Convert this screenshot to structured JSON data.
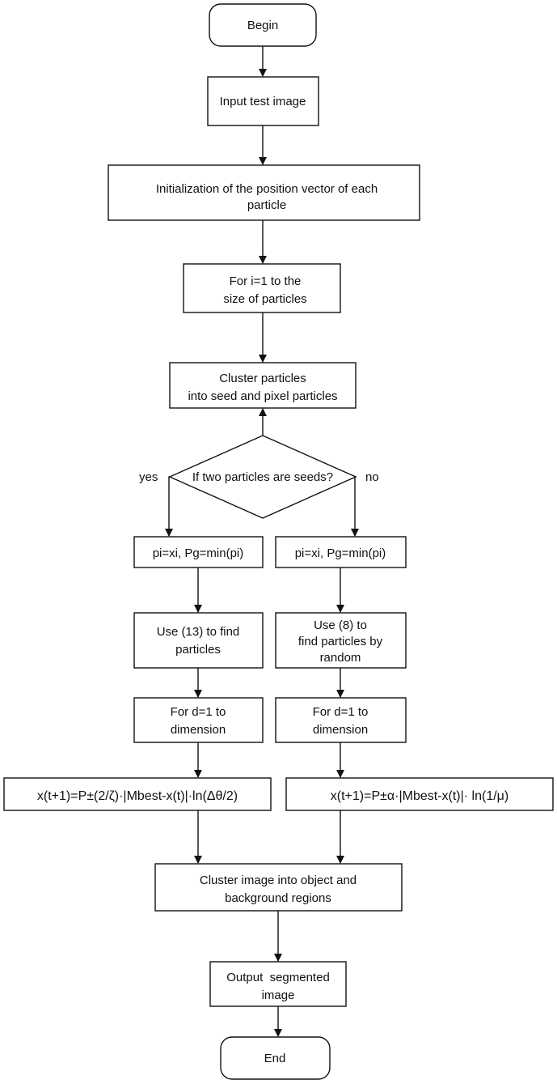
{
  "flowchart": {
    "begin": "Begin",
    "input": "Input test image",
    "init": [
      "Initialization of the position vector of each",
      "particle"
    ],
    "loop": [
      "For i=1 to the",
      "size of particles"
    ],
    "cluster": [
      "Cluster particles",
      "into seed and pixel particles"
    ],
    "decision": "If two particles are seeds?",
    "yes": "yes",
    "no": "no",
    "left": {
      "assign": "pi=xi, Pg=min(pi)",
      "find": [
        "Use (13) to find",
        "particles"
      ],
      "dim": [
        "For d=1 to",
        "dimension"
      ],
      "update": "x(t+1)=P±(2/ζ)·|Mbest-x(t)|·ln(Δθ/2)"
    },
    "right": {
      "assign": "pi=xi, Pg=min(pi)",
      "find": [
        "Use (8) to",
        "find particles by",
        "random"
      ],
      "dim": [
        "For d=1 to",
        "dimension"
      ],
      "update": "x(t+1)=P±α·|Mbest-x(t)|· ln(1/μ)"
    },
    "regions": [
      "Cluster image into object and",
      "background regions"
    ],
    "output": [
      "Output  segmented",
      "image"
    ],
    "end": "End"
  }
}
